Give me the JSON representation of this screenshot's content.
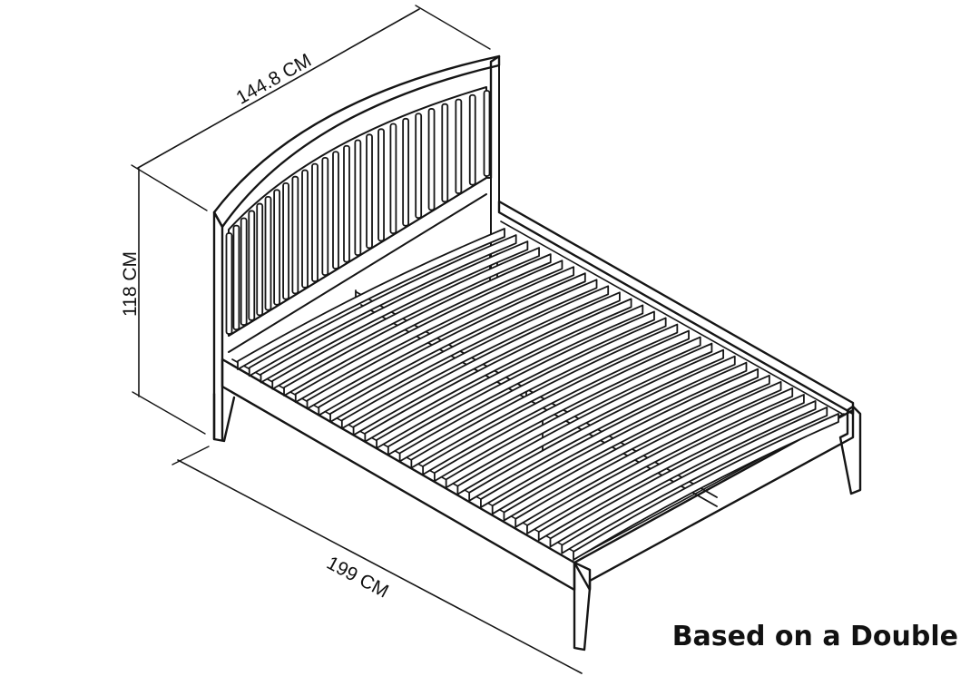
{
  "dimensions": {
    "width_label": "144.8 CM",
    "height_label": "118 CM",
    "length_label": "199 CM"
  },
  "caption": "Based on a Double",
  "colors": {
    "line": "#151515",
    "background": "#ffffff",
    "slat_fill": "#ffffff"
  }
}
